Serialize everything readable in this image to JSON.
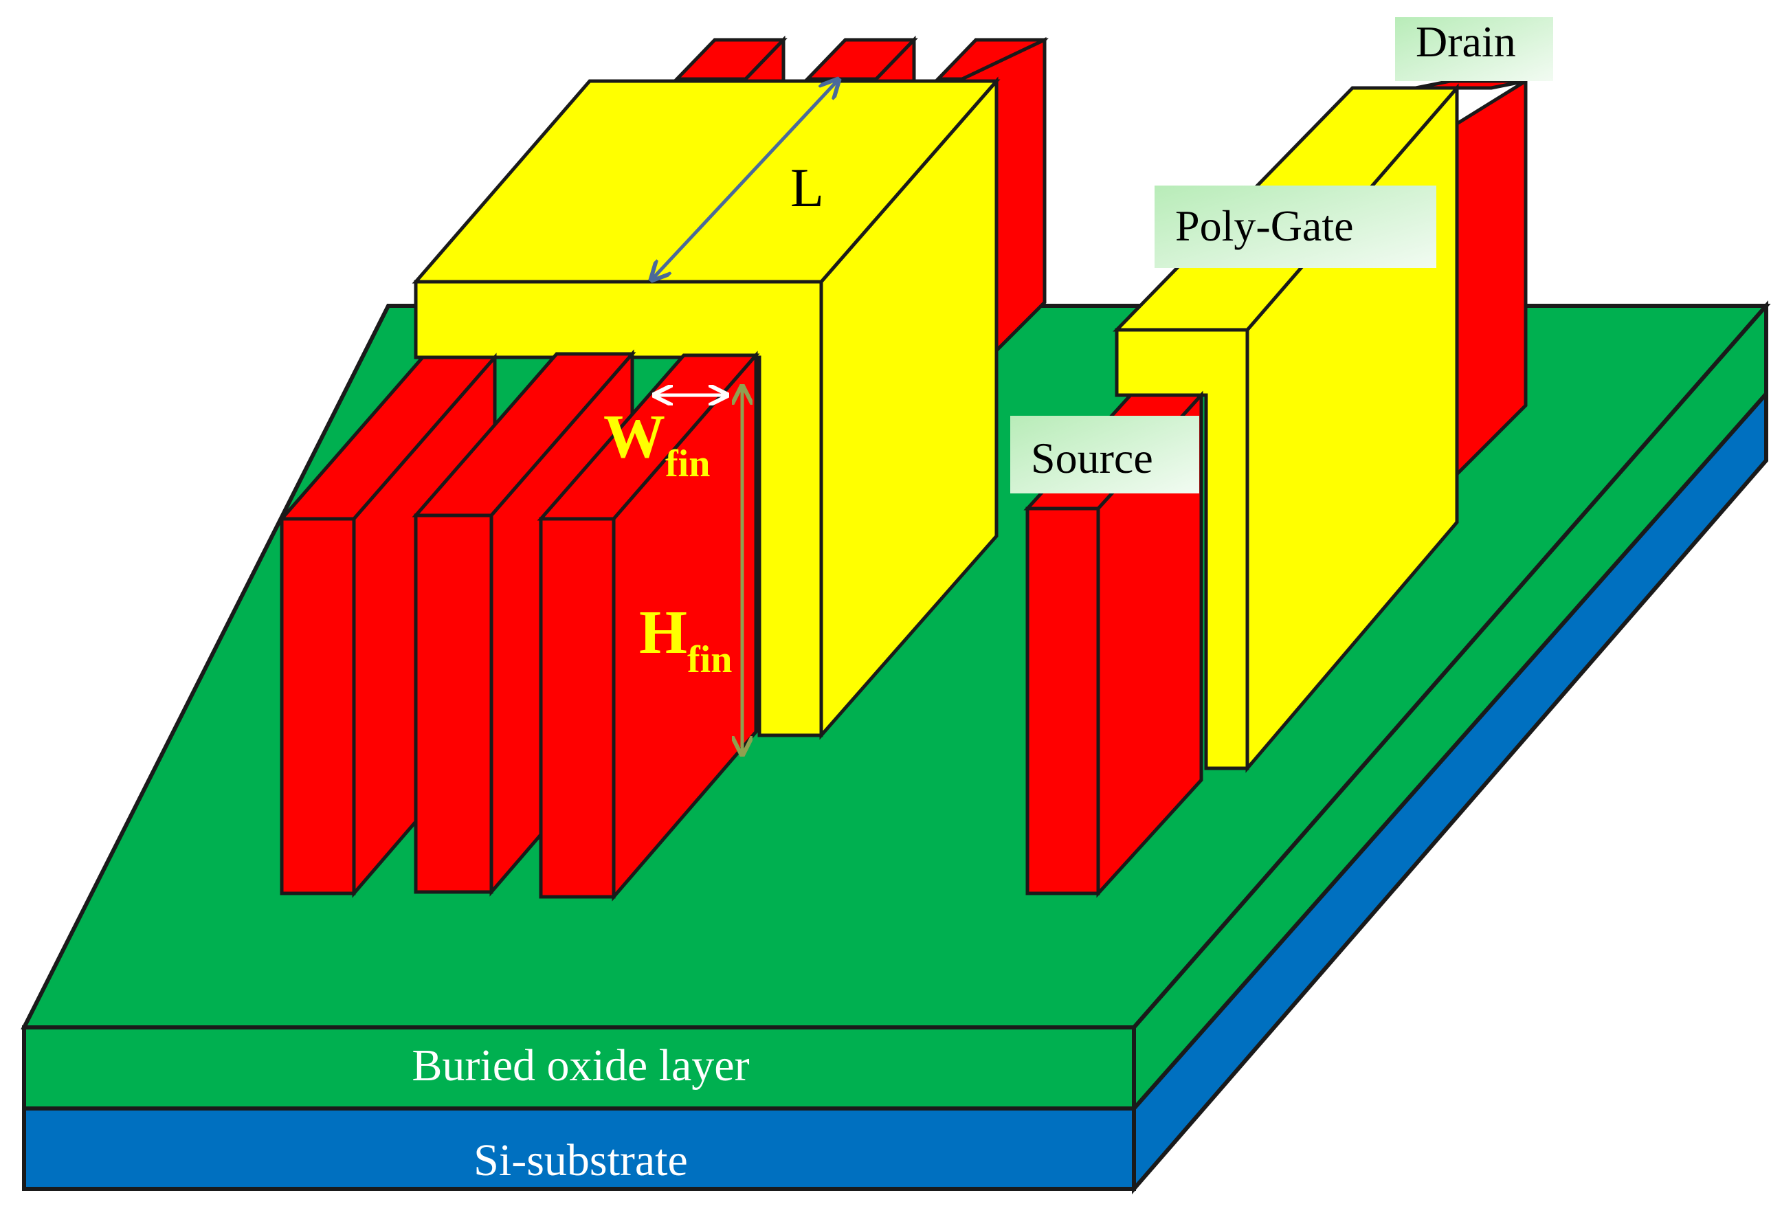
{
  "diagram": {
    "colors": {
      "fin": "#ff0000",
      "gate": "#ffff00",
      "oxide": "#00b050",
      "substrate": "#0070c0",
      "outline": "#1a1a1a",
      "dim_label": "#ffff00",
      "dim_arrow_L": "#4a6a9a",
      "dim_arrow_H": "#8fa050",
      "callout_bg": "#c9f0c9"
    },
    "labels": {
      "length": "L",
      "width_main": "W",
      "width_sub": "fin",
      "height_main": "H",
      "height_sub": "fin",
      "drain": "Drain",
      "gate": "Poly-Gate",
      "source": "Source",
      "oxide": "Buried oxide layer",
      "substrate": "Si-substrate"
    }
  }
}
